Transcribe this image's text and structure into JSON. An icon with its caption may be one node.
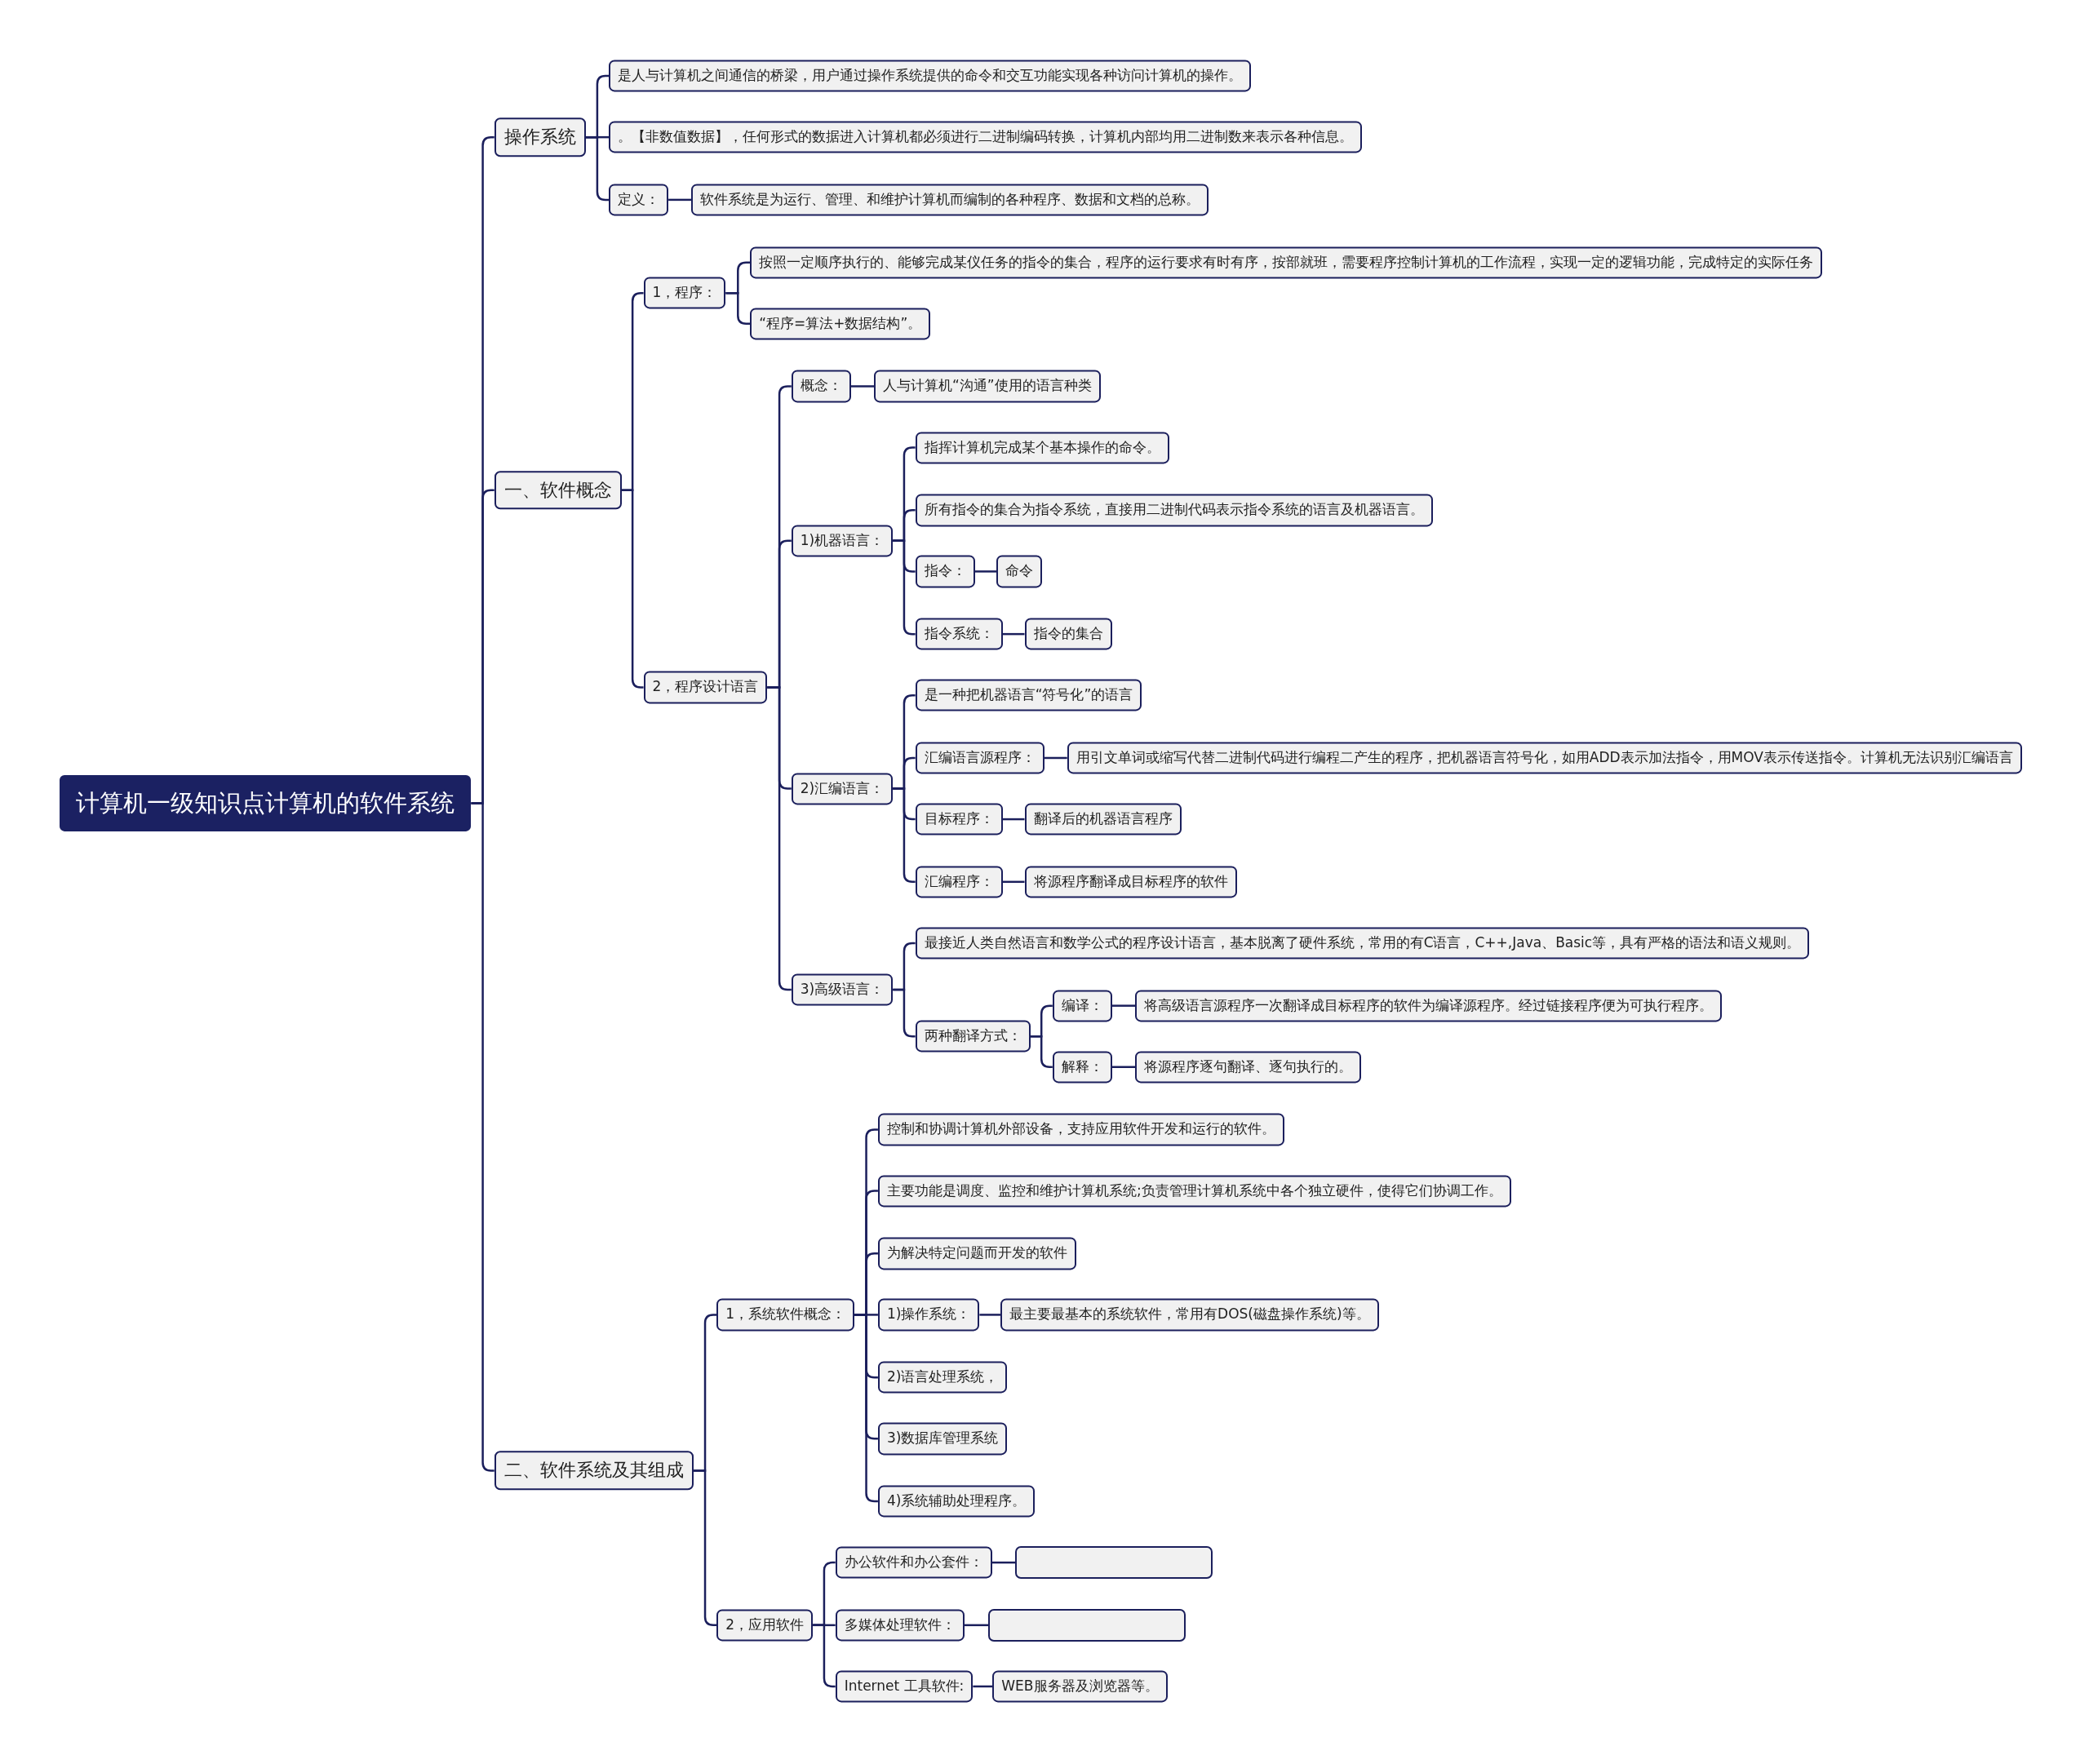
{
  "diagram": {
    "nodes": [
      {
        "text": [
          "计算机一级知识点计算机的软件系统"
        ]
      },
      {
        "text": [
          "操作系统"
        ]
      },
      {
        "text": [
          "是人与计算机之间通信的桥梁，用户通过操作系统提供的命令和交互功能实现各种访问计算机的操作。"
        ]
      },
      {
        "text": [
          "。【非数值数据】，任何形式的数据进入计算机都必须进行二进制编码转换，计算机内部均用二进制数来表示各种信息。"
        ]
      },
      {
        "text": [
          "定义："
        ]
      },
      {
        "text": [
          "软件系统是为运行、管理、和维护计算机而编制的各种程序、数据和文档的总称。"
        ]
      },
      {
        "text": [
          "一、软件概念"
        ]
      },
      {
        "text": [
          "1，程序："
        ]
      },
      {
        "text": [
          "按照一定顺序执行的、能够完成某仪任务的指令的集合，程序的运行要求有时有序，按部就班，需要程序控制计算机的工作流程，实现一定的逻辑功能，完成特定的实际任务"
        ]
      },
      {
        "text": [
          "“程序=算法+数据结构”。"
        ]
      },
      {
        "text": [
          "2，程序设计语言"
        ]
      },
      {
        "text": [
          "概念："
        ]
      },
      {
        "text": [
          "人与计算机“沟通”使用的语言种类"
        ]
      },
      {
        "text": [
          "1)机器语言："
        ]
      },
      {
        "text": [
          "指挥计算机完成某个基本操作的命令。"
        ]
      },
      {
        "text": [
          "所有指令的集合为指令系统，直接用二进制代码表示指令系统的语言及机器语言。"
        ]
      },
      {
        "text": [
          "指令："
        ]
      },
      {
        "text": [
          "命令"
        ]
      },
      {
        "text": [
          "指令系统："
        ]
      },
      {
        "text": [
          "指令的集合"
        ]
      },
      {
        "text": [
          "2)汇编语言："
        ]
      },
      {
        "text": [
          "是一种把机器语言“符号化”的语言"
        ]
      },
      {
        "text": [
          "汇编语言源程序："
        ]
      },
      {
        "text": [
          "用引文单词或缩写代替二进制代码进行编程二产生的程序，把机器语言符号化，如用ADD表示加法指令，用MOV表示传送指令。计算机无法识别汇编语言"
        ]
      },
      {
        "text": [
          "目标程序："
        ]
      },
      {
        "text": [
          "翻译后的机器语言程序"
        ]
      },
      {
        "text": [
          "汇编程序："
        ]
      },
      {
        "text": [
          "将源程序翻译成目标程序的软件"
        ]
      },
      {
        "text": [
          "3)高级语言："
        ]
      },
      {
        "text": [
          "最接近人类自然语言和数学公式的程序设计语言，基本脱离了硬件系统，常用的有C语言，C++,Java、Basic等，具有严格的语法和语义规则。"
        ]
      },
      {
        "text": [
          "两种翻译方式："
        ]
      },
      {
        "text": [
          "编译："
        ]
      },
      {
        "text": [
          "将高级语言源程序一次翻译成目标程序的软件为编译源程序。经过链接程序便为可执行程序。"
        ]
      },
      {
        "text": [
          "解释："
        ]
      },
      {
        "text": [
          "将源程序逐句翻译、逐句执行的。"
        ]
      },
      {
        "text": [
          "二、软件系统及其组成"
        ]
      },
      {
        "text": [
          "1，系统软件概念："
        ]
      },
      {
        "text": [
          "控制和协调计算机外部设备，支持应用软件开发和运行的软件。"
        ]
      },
      {
        "text": [
          "主要功能是调度、监控和维护计算机系统;负责管理计算机系统中各个独立硬件，使得它们协调工作。"
        ]
      },
      {
        "text": [
          "为解决特定问题而开发的软件"
        ]
      },
      {
        "text": [
          "1)操作系统："
        ]
      },
      {
        "text": [
          "最主要最基本的系统软件，常用有DOS(磁盘操作系统)等。"
        ]
      },
      {
        "text": [
          "2)语言处理系统，"
        ]
      },
      {
        "text": [
          "3)数据库管理系统"
        ]
      },
      {
        "text": [
          "4)系统辅助处理程序。"
        ]
      },
      {
        "text": [
          "2，应用软件"
        ]
      },
      {
        "text": [
          "办公软件和办公套件："
        ]
      },
      {
        "text": [],
        "shape": "box"
      },
      {
        "text": [
          "多媒体处理软件："
        ]
      },
      {
        "text": [],
        "shape": "box"
      },
      {
        "text": [
          "Internet 工具软件:"
        ]
      },
      {
        "text": [
          "WEB服务器及浏览器等。"
        ]
      }
    ],
    "edges": [
      {
        "from": 0,
        "to": 1,
        "arrow": "none"
      },
      {
        "from": 1,
        "to": 2,
        "arrow": "none"
      },
      {
        "from": 1,
        "to": 3,
        "arrow": "none"
      },
      {
        "from": 1,
        "to": 4,
        "arrow": "none"
      },
      {
        "from": 4,
        "to": 5,
        "arrow": "none"
      },
      {
        "from": 0,
        "to": 6,
        "arrow": "none"
      },
      {
        "from": 6,
        "to": 7,
        "arrow": "none"
      },
      {
        "from": 7,
        "to": 8,
        "arrow": "none"
      },
      {
        "from": 7,
        "to": 9,
        "arrow": "none"
      },
      {
        "from": 6,
        "to": 10,
        "arrow": "none"
      },
      {
        "from": 10,
        "to": 11,
        "arrow": "none"
      },
      {
        "from": 11,
        "to": 12,
        "arrow": "none"
      },
      {
        "from": 10,
        "to": 13,
        "arrow": "none"
      },
      {
        "from": 13,
        "to": 14,
        "arrow": "none"
      },
      {
        "from": 13,
        "to": 15,
        "arrow": "none"
      },
      {
        "from": 13,
        "to": 16,
        "arrow": "none"
      },
      {
        "from": 16,
        "to": 17,
        "arrow": "none"
      },
      {
        "from": 13,
        "to": 18,
        "arrow": "none"
      },
      {
        "from": 18,
        "to": 19,
        "arrow": "none"
      },
      {
        "from": 10,
        "to": 20,
        "arrow": "none"
      },
      {
        "from": 20,
        "to": 21,
        "arrow": "none"
      },
      {
        "from": 20,
        "to": 22,
        "arrow": "none"
      },
      {
        "from": 22,
        "to": 23,
        "arrow": "none"
      },
      {
        "from": 20,
        "to": 24,
        "arrow": "none"
      },
      {
        "from": 24,
        "to": 25,
        "arrow": "none"
      },
      {
        "from": 20,
        "to": 26,
        "arrow": "none"
      },
      {
        "from": 26,
        "to": 27,
        "arrow": "none"
      },
      {
        "from": 10,
        "to": 28,
        "arrow": "none"
      },
      {
        "from": 28,
        "to": 29,
        "arrow": "none"
      },
      {
        "from": 28,
        "to": 30,
        "arrow": "none"
      },
      {
        "from": 30,
        "to": 31,
        "arrow": "none"
      },
      {
        "from": 31,
        "to": 32,
        "arrow": "none"
      },
      {
        "from": 30,
        "to": 33,
        "arrow": "none"
      },
      {
        "from": 33,
        "to": 34,
        "arrow": "none"
      },
      {
        "from": 0,
        "to": 35,
        "arrow": "none"
      },
      {
        "from": 35,
        "to": 36,
        "arrow": "none"
      },
      {
        "from": 36,
        "to": 37,
        "arrow": "none"
      },
      {
        "from": 36,
        "to": 38,
        "arrow": "none"
      },
      {
        "from": 36,
        "to": 39,
        "arrow": "none"
      },
      {
        "from": 36,
        "to": 40,
        "arrow": "none"
      },
      {
        "from": 40,
        "to": 41,
        "arrow": "none"
      },
      {
        "from": 36,
        "to": 42,
        "arrow": "none"
      },
      {
        "from": 36,
        "to": 43,
        "arrow": "none"
      },
      {
        "from": 36,
        "to": 44,
        "arrow": "none"
      },
      {
        "from": 35,
        "to": 45,
        "arrow": "none"
      },
      {
        "from": 45,
        "to": 46,
        "arrow": "none"
      },
      {
        "from": 46,
        "to": 47,
        "arrow": "none"
      },
      {
        "from": 45,
        "to": 48,
        "arrow": "none"
      },
      {
        "from": 48,
        "to": 49,
        "arrow": "none"
      },
      {
        "from": 45,
        "to": 50,
        "arrow": "none"
      },
      {
        "from": 50,
        "to": 51,
        "arrow": "none"
      }
    ]
  }
}
